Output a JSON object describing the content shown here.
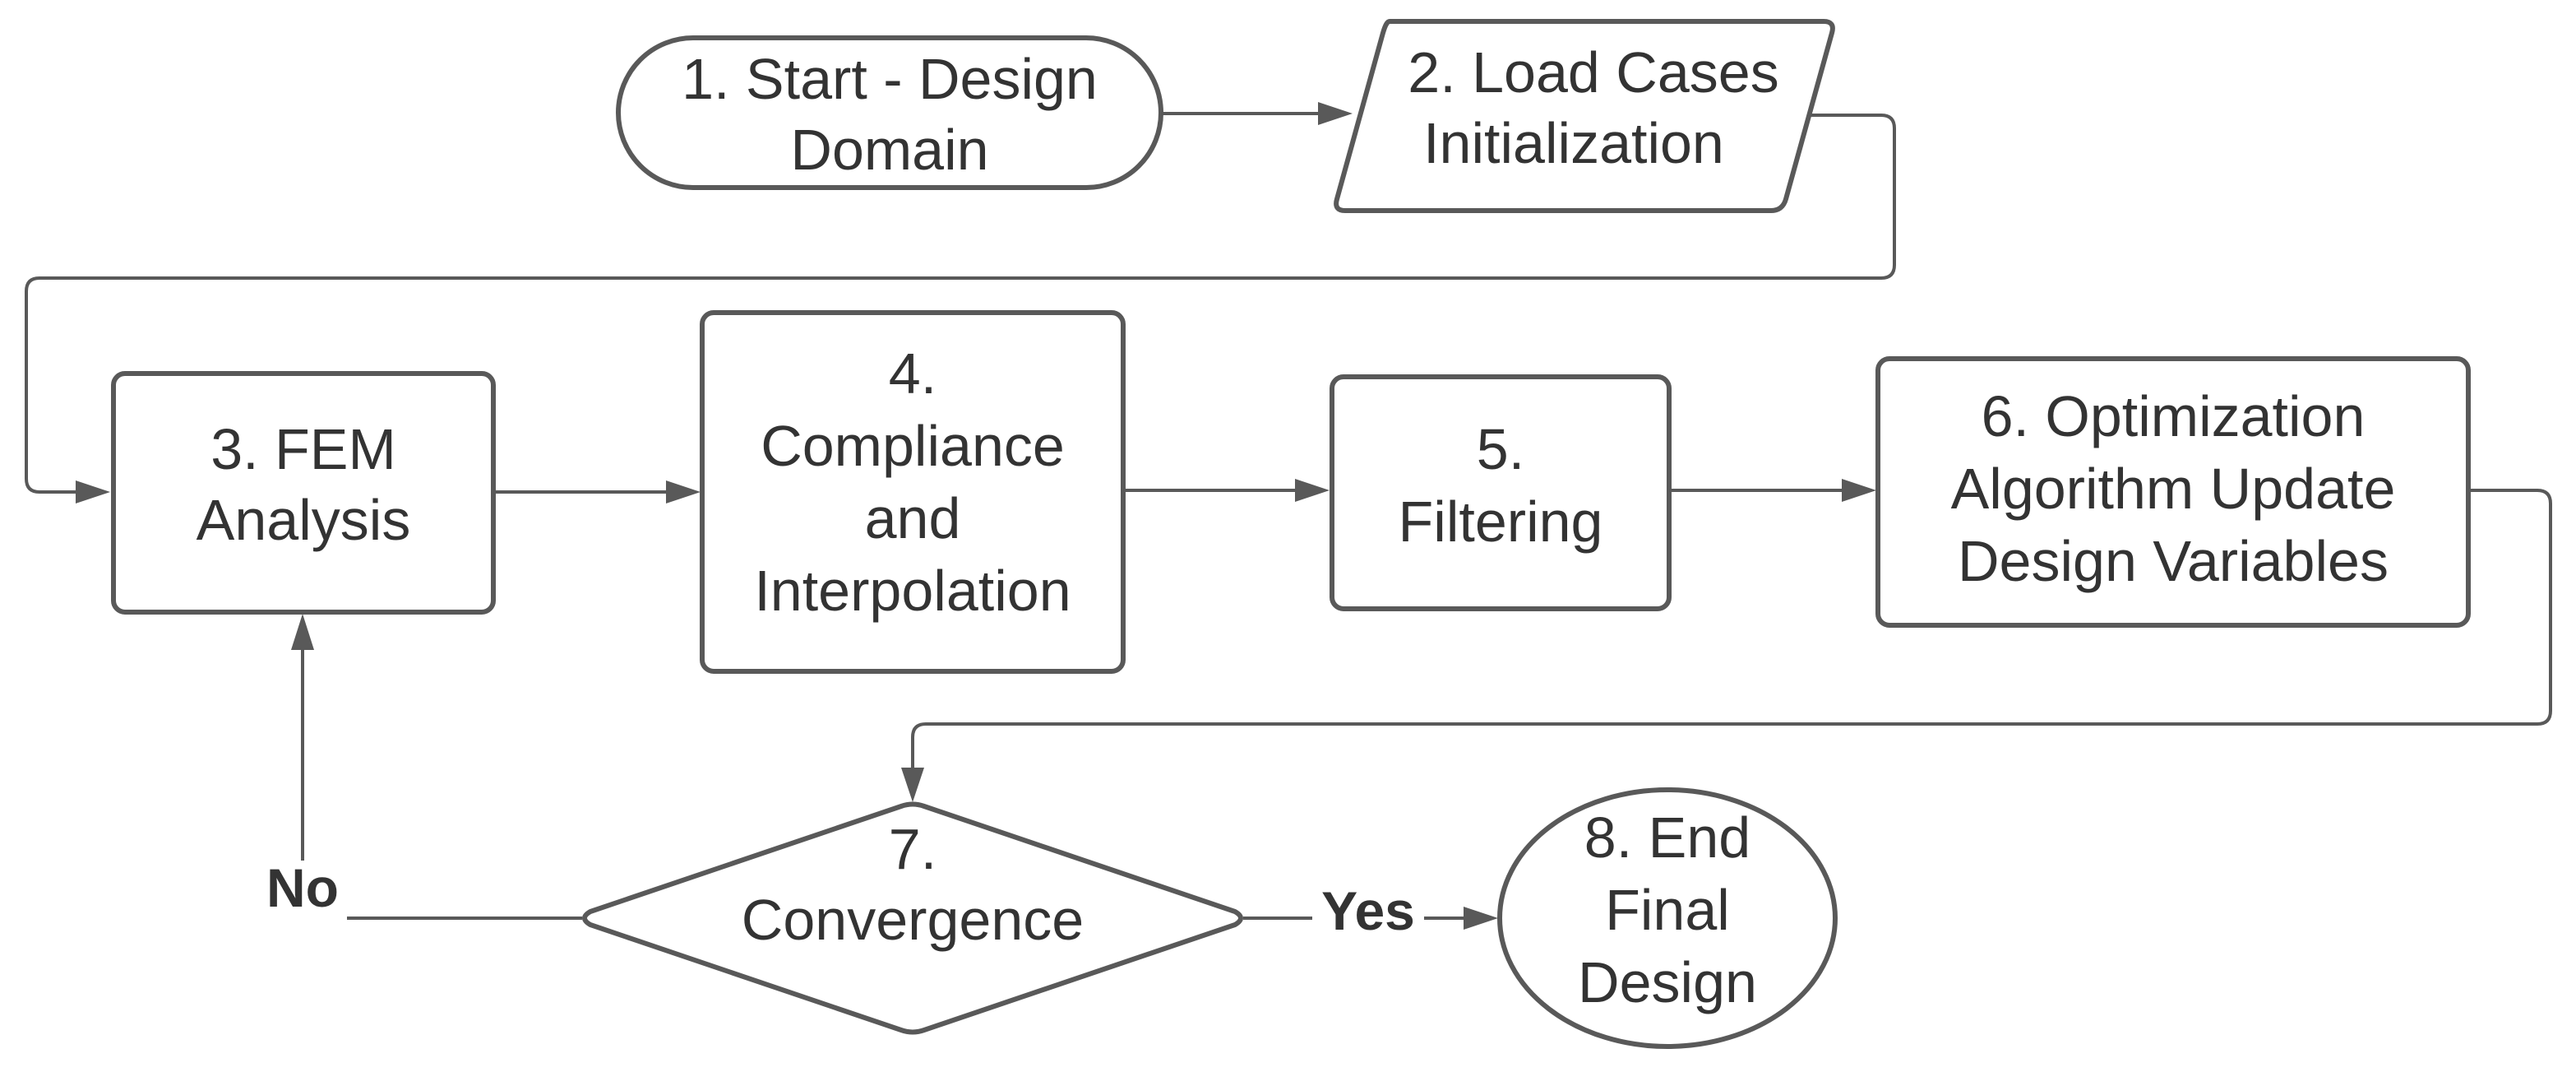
{
  "nodes": {
    "n1": {
      "lines": [
        "1. Start - Design",
        "Domain"
      ]
    },
    "n2": {
      "lines": [
        "2. Load Cases",
        "Initialization"
      ]
    },
    "n3": {
      "lines": [
        "3. FEM",
        "Analysis"
      ]
    },
    "n4": {
      "lines": [
        "4.",
        "Compliance",
        "and",
        "Interpolation"
      ]
    },
    "n5": {
      "lines": [
        "5.",
        "Filtering"
      ]
    },
    "n6": {
      "lines": [
        "6. Optimization",
        "Algorithm Update",
        "Design Variables"
      ]
    },
    "n7": {
      "lines": [
        "7.",
        "Convergence"
      ]
    },
    "n8": {
      "lines": [
        "8. End",
        "Final",
        "Design"
      ]
    }
  },
  "edge_labels": {
    "no": "No",
    "yes": "Yes"
  },
  "colors": {
    "stroke": "#595959",
    "text": "#333333",
    "background": "#ffffff"
  }
}
